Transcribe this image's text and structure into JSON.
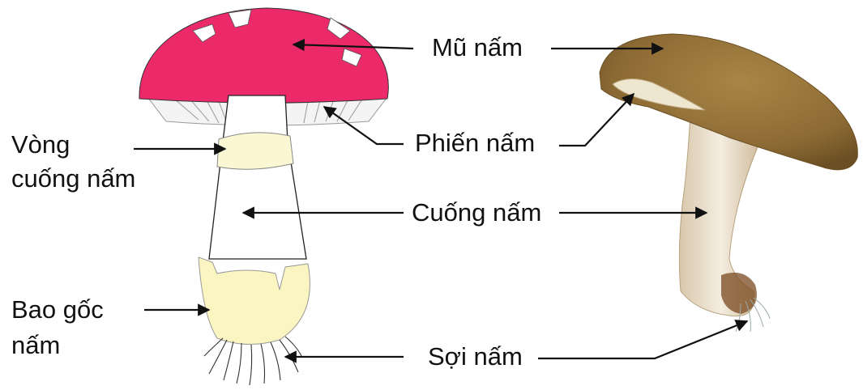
{
  "labels": {
    "mu_nam": "Mũ nấm",
    "phien_nam": "Phiến nấm",
    "vong_cuong_line1": "Vòng",
    "vong_cuong_line2": "cuống nấm",
    "cuong_nam": "Cuống nấm",
    "bao_goc_line1": "Bao gốc",
    "bao_goc_line2": "nấm",
    "soi_nam": "Sợi nấm"
  },
  "colors": {
    "cap_red": "#ec2a6a",
    "ring_cream": "#fbf7d2",
    "volva_cream": "#fbf5c1",
    "real_cap_brown": "#9e7a3e",
    "real_stem": "#ece2d0",
    "arrow": "#111111"
  }
}
